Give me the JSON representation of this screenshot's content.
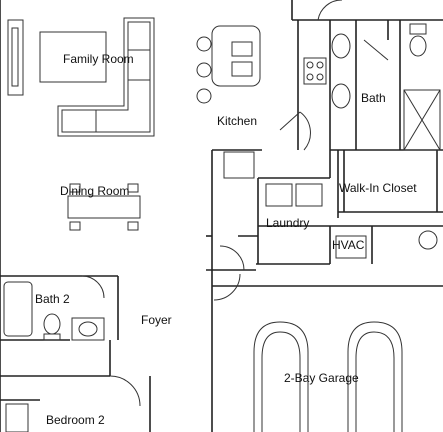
{
  "rooms": {
    "family_room": "Family Room",
    "kitchen": "Kitchen",
    "bath": "Bath",
    "dining_room": "Dining Room",
    "walk_in_closet": "Walk-In Closet",
    "laundry": "Laundry",
    "hvac": "HVAC",
    "bath_2": "Bath 2",
    "foyer": "Foyer",
    "garage": "2-Bay Garage",
    "bedroom_2": "Bedroom 2"
  }
}
